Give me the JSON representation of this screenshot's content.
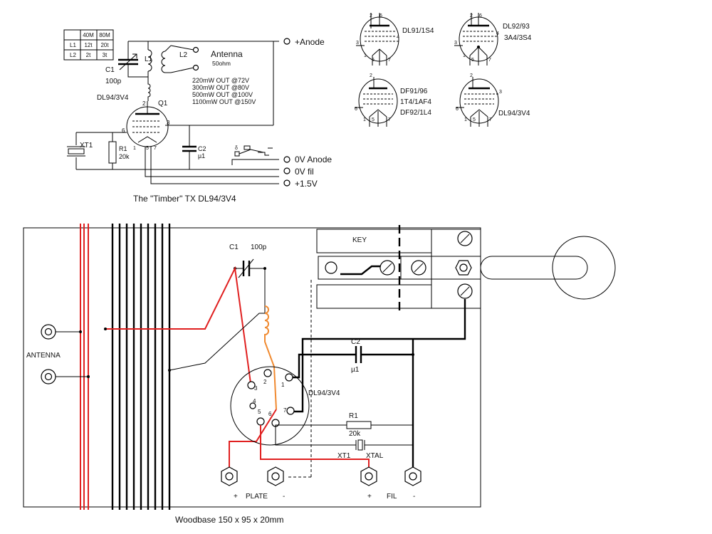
{
  "schematic": {
    "table": {
      "header": [
        "",
        "40M",
        "80M"
      ],
      "rows": [
        [
          "L1",
          "12t",
          "20t"
        ],
        [
          "L2",
          "2t",
          "3t"
        ]
      ]
    },
    "c1_label": "C1",
    "c1_value": "100p",
    "l1_label": "L1",
    "l2_label": "L2",
    "antenna_label": "Antenna",
    "antenna_ohm": "50ohm",
    "power_lines": [
      "220mW OUT @72V",
      "300mW OUT @80V",
      "500mW OUT @100V",
      "1100mW OUT @150V"
    ],
    "tube_label": "DL94/3V4",
    "q1_label": "Q1",
    "xt1_label": "XT1",
    "r1_label": "R1",
    "r1_value": "20k",
    "c2_label": "C2",
    "c2_value": "µ1",
    "anode_plus": "+Anode",
    "anode_zero": "0V Anode",
    "fil_zero": "0V fil",
    "fil_plus": "+1.5V",
    "caption": "The \"Timber\" TX   DL94/3V4",
    "pins": {
      "p2": "2",
      "p6": "6",
      "p3": "3",
      "p1": "1",
      "p5": "5",
      "p7": "7"
    }
  },
  "basing": {
    "dl91": {
      "name": "DL91/1S4",
      "pins": [
        "2",
        "6",
        "4",
        "3",
        "1",
        "5",
        "7"
      ]
    },
    "dl92": {
      "name1": "DL92/93",
      "name2": "3A4/3S4",
      "pins": [
        "2",
        "6",
        "4",
        "3",
        "1",
        "5",
        "7"
      ]
    },
    "df91": {
      "name1": "DF91/96",
      "name2": "1T4/1AF4",
      "name3": "DF92/1L4",
      "pins": [
        "2",
        "6",
        "1",
        "5",
        "7"
      ]
    },
    "dl94": {
      "name": "DL94/3V4",
      "pins": [
        "2",
        "3",
        "6",
        "1",
        "5",
        "7"
      ]
    }
  },
  "layout": {
    "antenna_label": "ANTENNA",
    "c1_label": "C1",
    "c1_value": "100p",
    "key_label": "KEY",
    "c2_label": "C2",
    "c2_value": "µ1",
    "tube_label": "DL94/3V4",
    "r1_label": "R1",
    "r1_value": "20k",
    "xt1_label": "XT1",
    "xtal_label": "XTAL",
    "plate_label": "PLATE",
    "fil_label": "FIL",
    "plus": "+",
    "minus": "-",
    "socket_pins": [
      "1",
      "2",
      "3",
      "4",
      "5",
      "6",
      "7"
    ],
    "base_caption": "Woodbase  150 x 95 x 20mm"
  }
}
